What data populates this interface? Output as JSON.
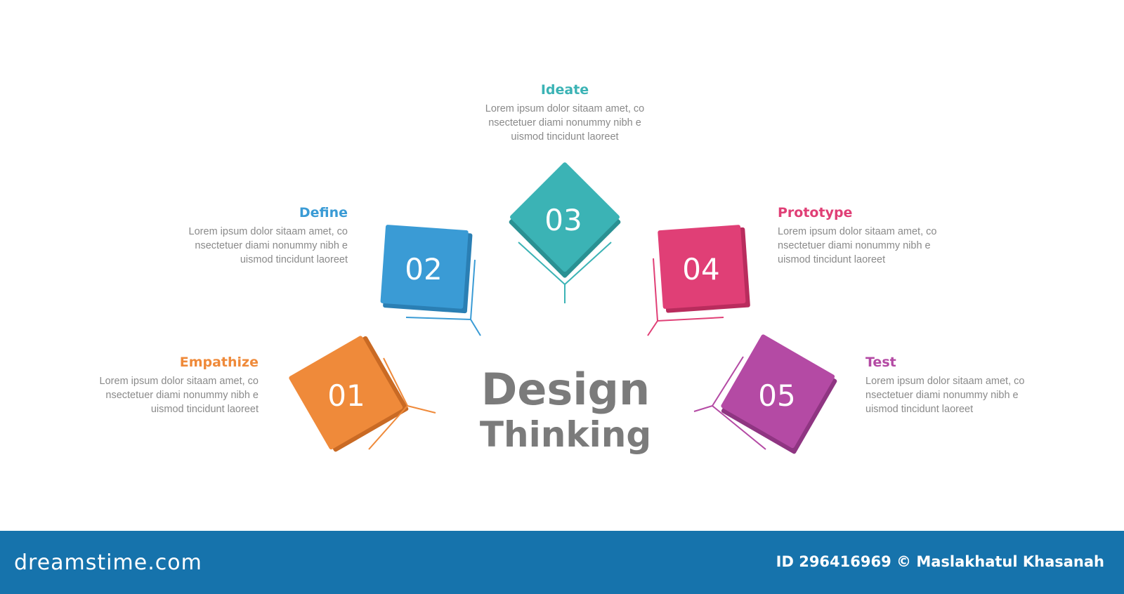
{
  "diagram": {
    "title_line1": "Design",
    "title_line2": "Thinking",
    "steps": [
      {
        "number": "01",
        "title": "Empathize",
        "description": "Lorem ipsum dolor sitaam amet, co\nnsectetuer diami nonummy  nibh e\nuismod tincidunt laoreet",
        "color": "#ef8a3a",
        "color_dark": "#c96a24"
      },
      {
        "number": "02",
        "title": "Define",
        "description": "Lorem ipsum dolor sitaam amet, co\nnsectetuer diami nonummy  nibh e\nuismod tincidunt laoreet",
        "color": "#3a9bd5",
        "color_dark": "#2a7fb4"
      },
      {
        "number": "03",
        "title": "Ideate",
        "description": "Lorem ipsum dolor sitaam amet, co\nnsectetuer diami nonummy  nibh e\nuismod tincidunt laoreet",
        "color": "#3bb3b5",
        "color_dark": "#2a9193"
      },
      {
        "number": "04",
        "title": "Prototype",
        "description": "Lorem ipsum dolor sitaam amet, co\nnsectetuer diami nonummy  nibh e\nuismod tincidunt laoreet",
        "color": "#e03f76",
        "color_dark": "#b92c5d"
      },
      {
        "number": "05",
        "title": "Test",
        "description": "Lorem ipsum dolor sitaam amet, co\nnsectetuer diami nonummy  nibh e\nuismod tincidunt laoreet",
        "color": "#b44aa4",
        "color_dark": "#8f3582"
      }
    ]
  },
  "footer": {
    "logo": "dreamstime.com",
    "credit": "ID 296416969 © Maslakhatul Khasanah",
    "background": "#1673ac"
  }
}
